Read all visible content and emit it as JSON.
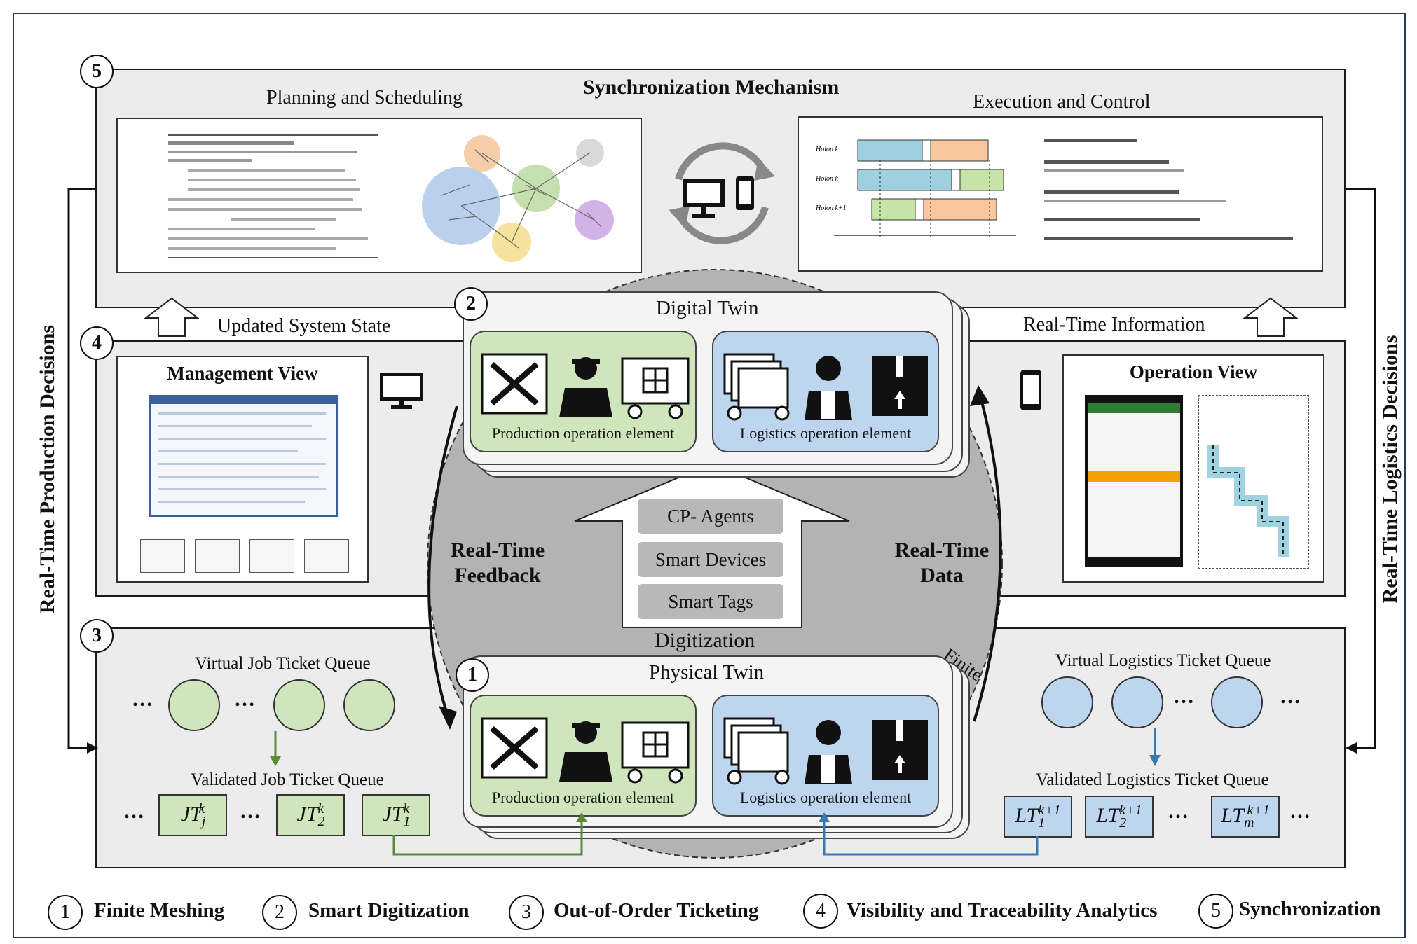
{
  "layers": {
    "synchronization": {
      "number": "5",
      "title": "Synchronization Mechanism",
      "left_title": "Planning and Scheduling",
      "right_title": "Execution and Control"
    },
    "visibility": {
      "number": "4",
      "updated_state": "Updated System State",
      "realtime_info": "Real-Time Information",
      "management_view": "Management View",
      "operation_view": "Operation View"
    },
    "ticketing": {
      "number": "3",
      "virtual_job": "Virtual Job Ticket Queue",
      "validated_job": "Validated Job Ticket Queue",
      "virtual_logistics": "Virtual Logistics Ticket Queue",
      "validated_logistics": "Validated Logistics Ticket Queue"
    }
  },
  "digital_twin": {
    "number": "2",
    "title": "Digital Twin",
    "production_label": "Production operation element",
    "logistics_label": "Logistics operation element"
  },
  "physical_twin": {
    "number": "1",
    "title": "Physical Twin",
    "production_label": "Production operation element",
    "logistics_label": "Logistics operation element"
  },
  "digitization": {
    "title": "Digitization",
    "items": [
      "CP- Agents",
      "Smart Devices",
      "Smart Tags"
    ],
    "finite": "Finite"
  },
  "side_labels": {
    "feedback": "Real-Time Feedback",
    "data": "Real-Time Data",
    "production_decisions": "Real-Time Production Decisions",
    "logistics_decisions": "Real-Time Logistics Decisions"
  },
  "ellipsis": "…",
  "tickets": {
    "job_validated": [
      "JT_j^k",
      "JT_2^k",
      "JT_1^k"
    ],
    "logistics_validated": [
      "LT_1^k+1",
      "LT_2^k+1",
      "LT_m^k+1"
    ]
  },
  "legend": [
    {
      "num": "1",
      "label": "Finite Meshing"
    },
    {
      "num": "2",
      "label": "Smart Digitization"
    },
    {
      "num": "3",
      "label": "Out-of-Order Ticketing"
    },
    {
      "num": "4",
      "label": "Visibility and Traceability Analytics"
    },
    {
      "num": "5",
      "label": "Synchronization"
    }
  ],
  "colors": {
    "production": "#cfe5bb",
    "logistics": "#bdd5ee",
    "layer_bg": "#ececec",
    "hub": "#b3b3b3",
    "green_arrow": "#5a8a35",
    "blue_arrow": "#3a78b5"
  }
}
